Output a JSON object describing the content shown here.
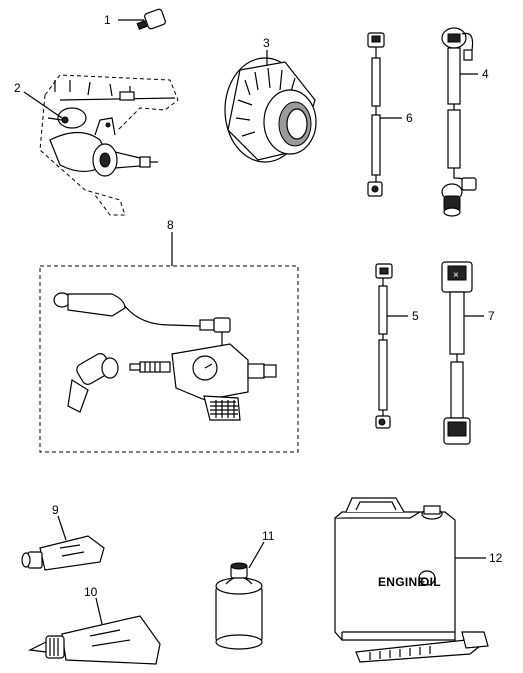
{
  "callouts": {
    "c1": "1",
    "c2": "2",
    "c3": "3",
    "c4": "4",
    "c5": "5",
    "c6": "6",
    "c7": "7",
    "c8": "8",
    "c9": "9",
    "c10": "10",
    "c11": "11",
    "c12": "12"
  },
  "oil_can": {
    "brand_engine": "ENGINE",
    "brand_oil": "OIL"
  }
}
